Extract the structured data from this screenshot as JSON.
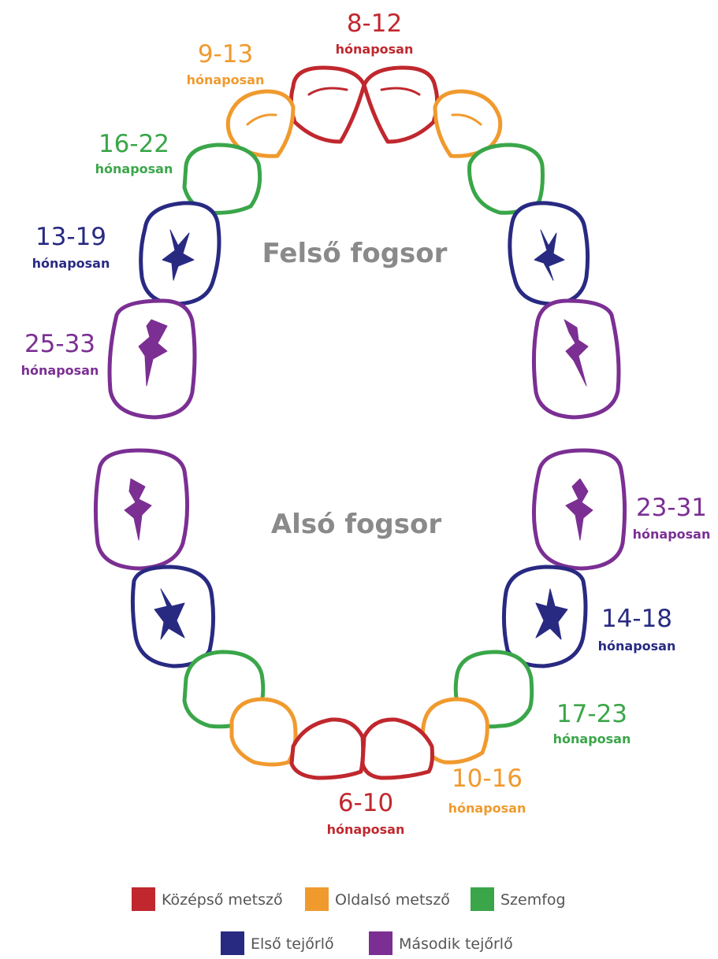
{
  "colors": {
    "kozepso_metszo": "#c0282e",
    "oldalso_metszo": "#f09a2e",
    "szemfog": "#3aa649",
    "elso_tejorlo": "#282a82",
    "masodik_tejorlo": "#7b2f93",
    "title_gray": "#8a8a8a"
  },
  "arches": {
    "upper": "Felső fogsor",
    "lower": "Alsó fogsor"
  },
  "labels": [
    {
      "id": "upper-central",
      "tooth": "kozepso_metszo",
      "range": "8-12",
      "unit": "hónaposan"
    },
    {
      "id": "upper-lateral",
      "tooth": "oldalso_metszo",
      "range": "9-13",
      "unit": "hónaposan"
    },
    {
      "id": "upper-canine",
      "tooth": "szemfog",
      "range": "16-22",
      "unit": "hónaposan"
    },
    {
      "id": "upper-first-molar",
      "tooth": "elso_tejorlo",
      "range": "13-19",
      "unit": "hónaposan"
    },
    {
      "id": "upper-second-molar",
      "tooth": "masodik_tejorlo",
      "range": "25-33",
      "unit": "hónaposan"
    },
    {
      "id": "lower-second-molar",
      "tooth": "masodik_tejorlo",
      "range": "23-31",
      "unit": "hónaposan"
    },
    {
      "id": "lower-first-molar",
      "tooth": "elso_tejorlo",
      "range": "14-18",
      "unit": "hónaposan"
    },
    {
      "id": "lower-canine",
      "tooth": "szemfog",
      "range": "17-23",
      "unit": "hónaposan"
    },
    {
      "id": "lower-lateral",
      "tooth": "oldalso_metszo",
      "range": "10-16",
      "unit": "hónaposan"
    },
    {
      "id": "lower-central",
      "tooth": "kozepso_metszo",
      "range": "6-10",
      "unit": "hónaposan"
    }
  ],
  "legend": [
    {
      "tooth": "kozepso_metszo",
      "label": "Középső metsző"
    },
    {
      "tooth": "oldalso_metszo",
      "label": "Oldalsó metsző"
    },
    {
      "tooth": "szemfog",
      "label": "Szemfog"
    },
    {
      "tooth": "elso_tejorlo",
      "label": "Első tejőrlő"
    },
    {
      "tooth": "masodik_tejorlo",
      "label": "Második tejőrlő"
    }
  ]
}
